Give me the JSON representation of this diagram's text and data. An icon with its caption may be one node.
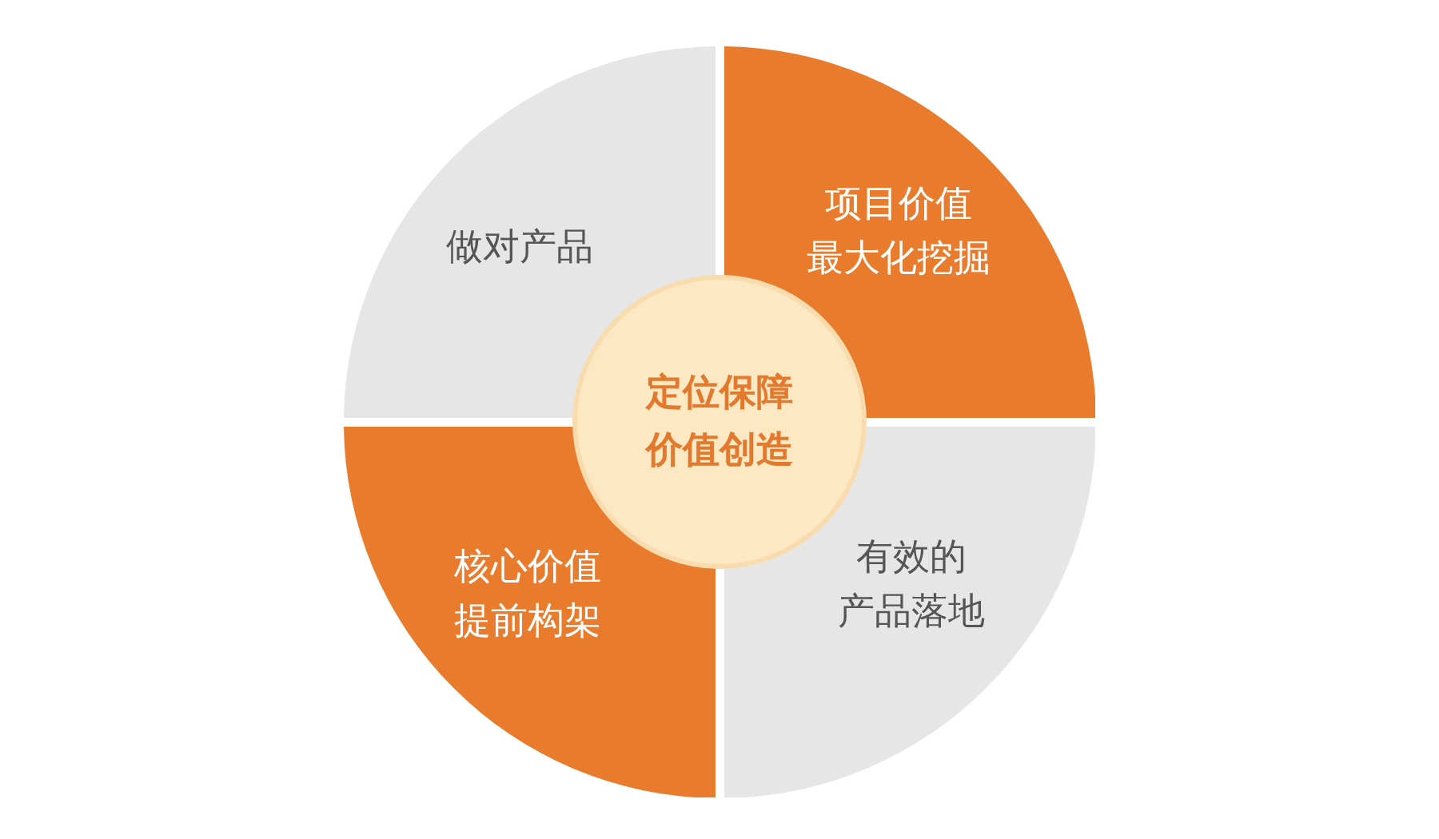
{
  "diagram": {
    "nodes": [
      {
        "text": [
          "做对产品"
        ]
      },
      {
        "text": [
          "项目价值最大化挖掘"
        ]
      },
      {
        "text": [
          "定位保障价值创造"
        ]
      },
      {
        "text": [
          "核心价值提前构架"
        ]
      },
      {
        "text": [
          "有效的产品落地"
        ]
      }
    ]
  }
}
